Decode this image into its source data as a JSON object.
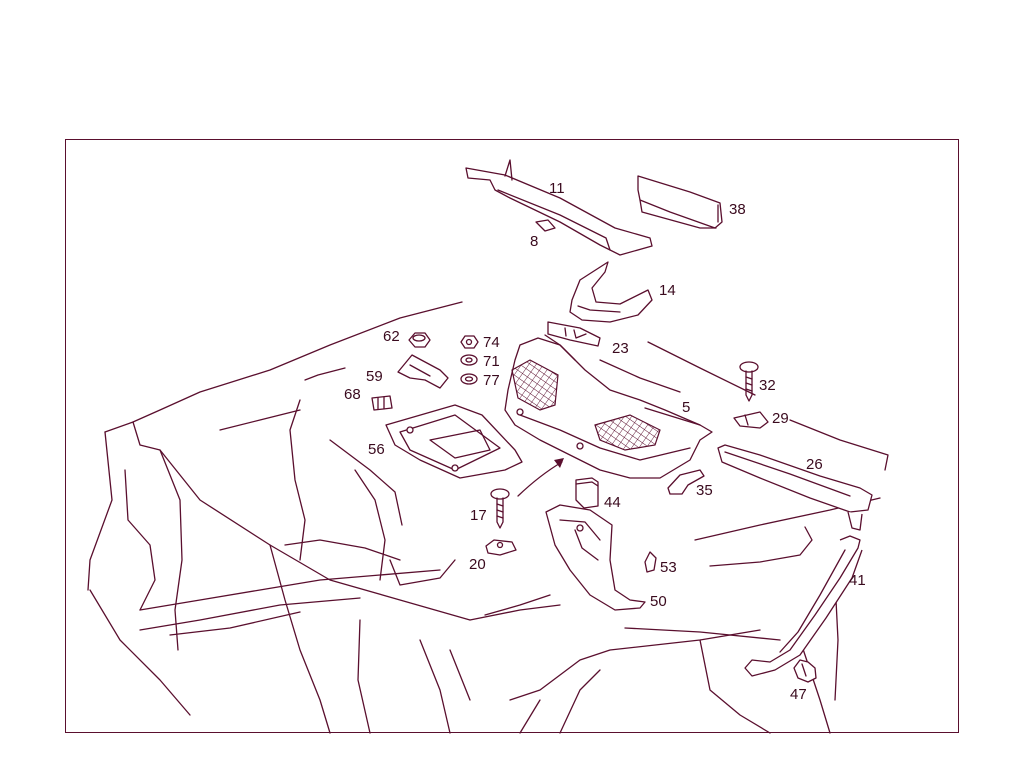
{
  "colors": {
    "line": "#5a0f2e",
    "label": "#3a0a1e",
    "background": "#ffffff"
  },
  "callouts": [
    {
      "id": "11",
      "text": "11"
    },
    {
      "id": "38",
      "text": "38"
    },
    {
      "id": "8",
      "text": "8"
    },
    {
      "id": "14",
      "text": "14"
    },
    {
      "id": "23",
      "text": "23"
    },
    {
      "id": "62",
      "text": "62"
    },
    {
      "id": "74",
      "text": "74"
    },
    {
      "id": "71",
      "text": "71"
    },
    {
      "id": "77",
      "text": "77"
    },
    {
      "id": "59",
      "text": "59"
    },
    {
      "id": "68",
      "text": "68"
    },
    {
      "id": "32",
      "text": "32"
    },
    {
      "id": "5",
      "text": "5"
    },
    {
      "id": "29",
      "text": "29"
    },
    {
      "id": "56",
      "text": "56"
    },
    {
      "id": "26",
      "text": "26"
    },
    {
      "id": "35",
      "text": "35"
    },
    {
      "id": "44",
      "text": "44"
    },
    {
      "id": "17",
      "text": "17"
    },
    {
      "id": "20",
      "text": "20"
    },
    {
      "id": "53",
      "text": "53"
    },
    {
      "id": "50",
      "text": "50"
    },
    {
      "id": "41",
      "text": "41"
    },
    {
      "id": "47",
      "text": "47"
    }
  ]
}
